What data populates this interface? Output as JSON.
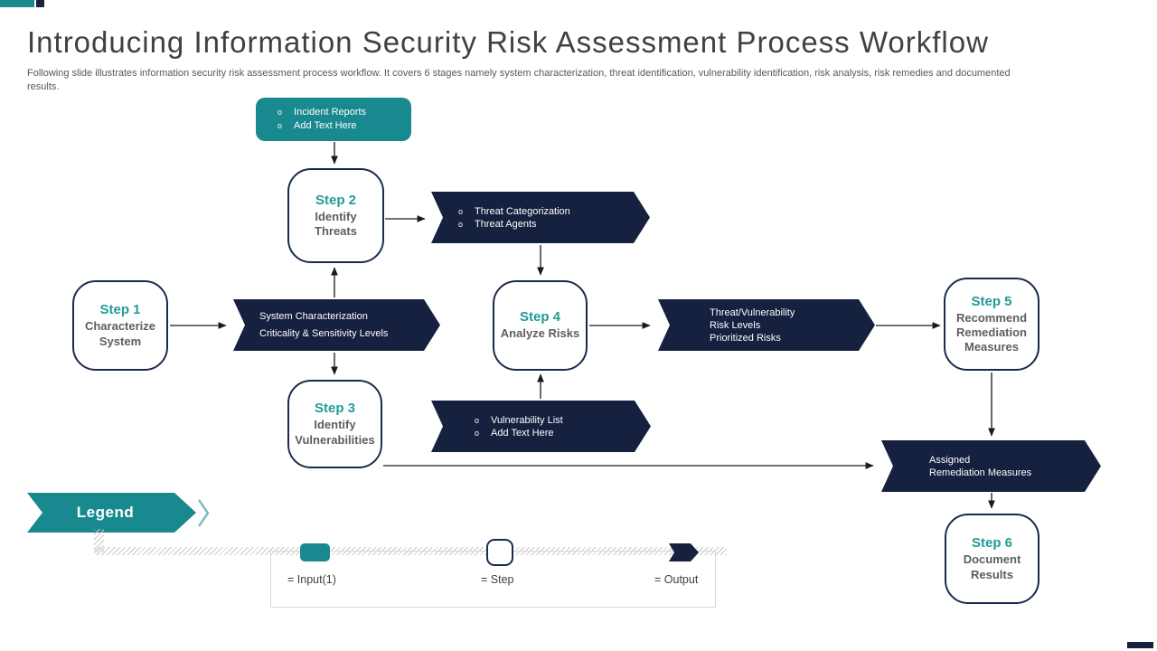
{
  "header": {
    "title": "Introducing Information Security Risk Assessment Process Workflow",
    "subtitle": "Following slide illustrates information security risk assessment process workflow. It covers 6 stages namely system characterization, threat identification, vulnerability identification, risk analysis, risk remedies and documented  results."
  },
  "colors": {
    "teal": "#18898E",
    "navy": "#16203F",
    "step_label_teal": "#219C97",
    "title_text": "#414141",
    "body_text": "#595959"
  },
  "ui": {
    "bullet": "o"
  },
  "steps": [
    {
      "label": "Step 1",
      "name": "Characterize System"
    },
    {
      "label": "Step 2",
      "name": "Identify Threats"
    },
    {
      "label": "Step 3",
      "name": "Identify Vulnerabilities"
    },
    {
      "label": "Step 4",
      "name": "Analyze Risks"
    },
    {
      "label": "Step 5",
      "name": "Recommend Remediation Measures"
    },
    {
      "label": "Step 6",
      "name": "Document Results"
    }
  ],
  "banners": {
    "incident": {
      "type": "input",
      "items": [
        "Incident Reports",
        "Add Text Here"
      ]
    },
    "threat": {
      "type": "output",
      "items": [
        "Threat Categorization",
        "Threat Agents"
      ]
    },
    "system": {
      "type": "output",
      "lines": [
        "System Characterization",
        "Criticality & Sensitivity Levels"
      ]
    },
    "vulnerability": {
      "type": "input",
      "items": [
        "Vulnerability List",
        "Add Text Here"
      ]
    },
    "risk": {
      "type": "output",
      "lines": [
        "Threat/Vulnerability",
        "Risk Levels",
        "Prioritized Risks"
      ]
    },
    "assigned": {
      "type": "output",
      "lines": [
        "Assigned",
        "Remediation  Measures"
      ]
    }
  },
  "legend": {
    "title": "Legend",
    "items": [
      {
        "icon": "input-swatch",
        "label": "= Input(1)"
      },
      {
        "icon": "step-swatch",
        "label": "= Step"
      },
      {
        "icon": "output-swatch",
        "label": "= Output"
      }
    ]
  }
}
